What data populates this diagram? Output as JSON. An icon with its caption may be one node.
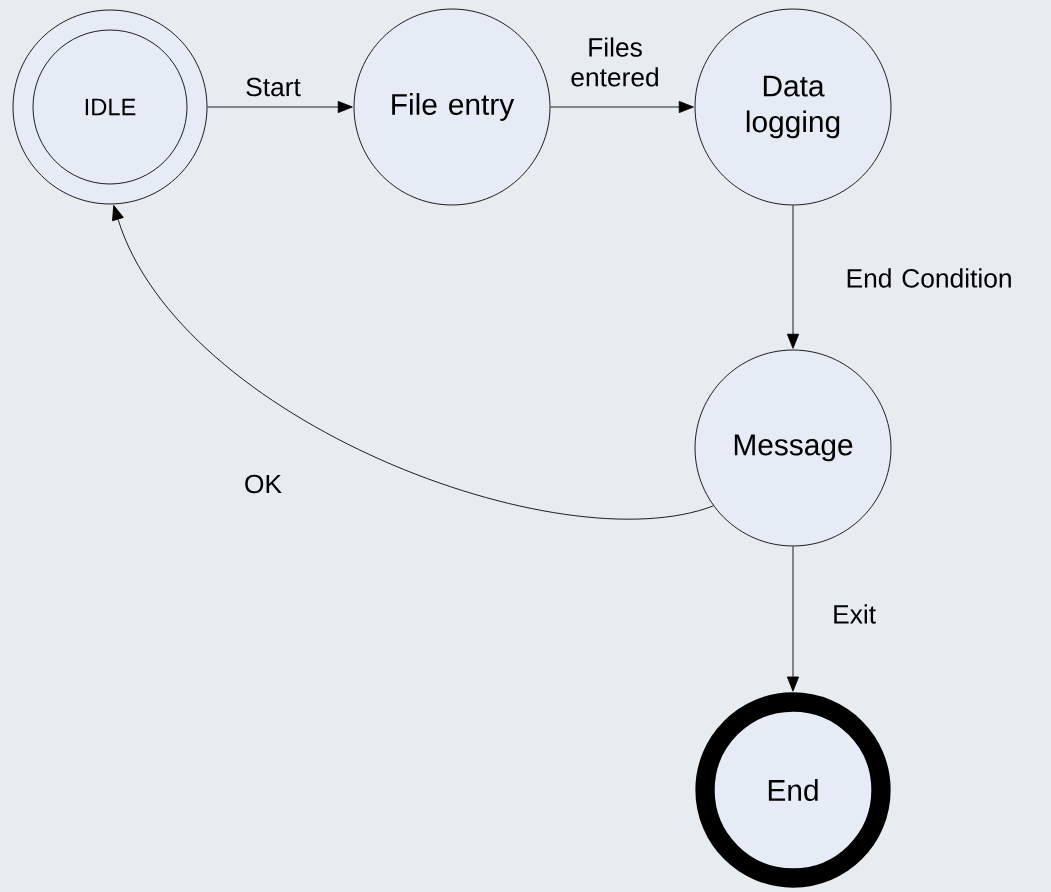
{
  "diagram": {
    "nodes": [
      {
        "text": [
          "IDLE"
        ]
      },
      {
        "text": [
          "File entry"
        ]
      },
      {
        "text": [
          "Data logging"
        ]
      },
      {
        "text": [
          "Message"
        ]
      },
      {
        "text": [
          "End"
        ]
      }
    ],
    "edges": [
      {
        "from": 0,
        "to": 1,
        "arrow": "to",
        "label": "Start"
      },
      {
        "from": 1,
        "to": 2,
        "arrow": "to",
        "label": "Files entered"
      },
      {
        "from": 2,
        "to": 3,
        "arrow": "to",
        "label": "End Condition"
      },
      {
        "from": 3,
        "to": 0,
        "arrow": "to",
        "label": "OK"
      },
      {
        "from": 3,
        "to": 4,
        "arrow": "to",
        "label": "Exit"
      }
    ]
  }
}
